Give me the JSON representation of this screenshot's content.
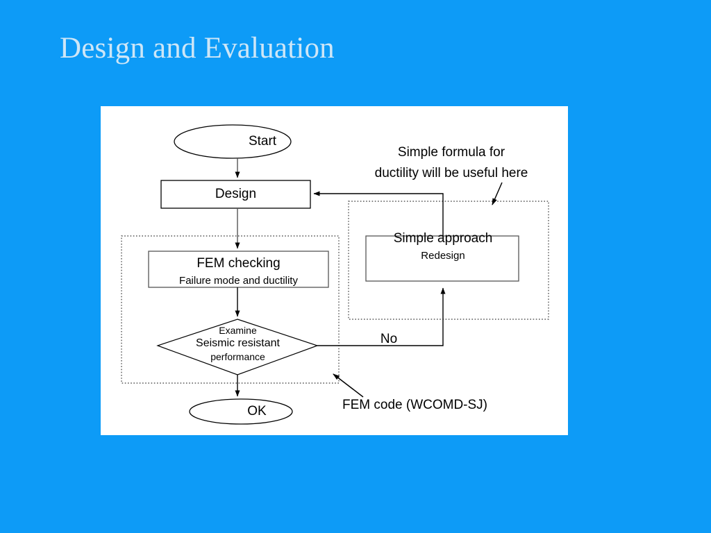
{
  "slide": {
    "title": "Design and Evaluation",
    "background_color": "#0d9bf7",
    "title_color": "#cde6f7",
    "panel_color": "#ffffff"
  },
  "diagram": {
    "type": "flowchart",
    "nodes": [
      {
        "id": "start",
        "shape": "ellipse",
        "label": "Start"
      },
      {
        "id": "design",
        "shape": "rectangle",
        "label": "Design"
      },
      {
        "id": "fem-checking",
        "shape": "rectangle",
        "label": "FEM checking",
        "sublabel": "Failure mode and ductility"
      },
      {
        "id": "examine",
        "shape": "diamond",
        "line1": "Examine",
        "line2": "Seismic resistant",
        "line3": "performance"
      },
      {
        "id": "ok",
        "shape": "ellipse",
        "label": "OK"
      },
      {
        "id": "simple-approach",
        "shape": "rectangle",
        "label": "Simple approach",
        "sublabel": "Redesign"
      }
    ],
    "edge_labels": [
      {
        "id": "no-branch",
        "label": "No"
      }
    ],
    "groups": [
      {
        "id": "fem-code-group",
        "style": "dotted"
      },
      {
        "id": "simple-approach-group",
        "style": "dotted"
      }
    ],
    "annotations": [
      {
        "id": "formula-note",
        "line1": "Simple formula for",
        "line2": "ductility will be useful here"
      },
      {
        "id": "fem-code-note",
        "text": "FEM code (WCOMD-SJ)"
      }
    ]
  }
}
